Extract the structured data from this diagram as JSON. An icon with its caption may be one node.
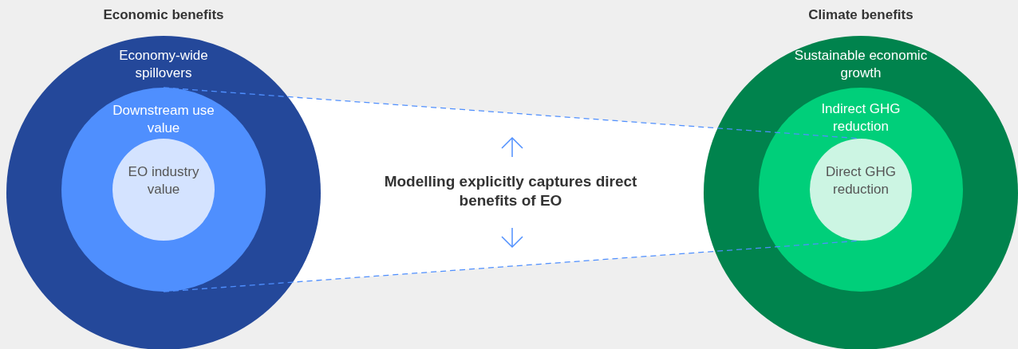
{
  "diagram": {
    "nodes": [
      {
        "text": [
          "Economic benefits",
          "Economy-wide spillovers"
        ]
      },
      {
        "text": [
          "Downstream use value"
        ],
        "in": 0
      },
      {
        "text": [
          "EO industry value"
        ],
        "in": 1
      },
      {
        "text": [
          "Climate benefits",
          "Sustainable economic growth"
        ]
      },
      {
        "text": [
          "Indirect GHG reduction"
        ],
        "in": 3
      },
      {
        "text": [
          "Direct GHG reduction"
        ],
        "in": 4
      }
    ],
    "edges": [
      {
        "from": 1,
        "to": 5,
        "arrow": "none",
        "style": "dashed"
      },
      {
        "from": 1,
        "to": 5,
        "arrow": "none",
        "style": "dashed"
      }
    ],
    "labels": [
      "Modelling explicitly captures direct benefits of EO"
    ]
  }
}
